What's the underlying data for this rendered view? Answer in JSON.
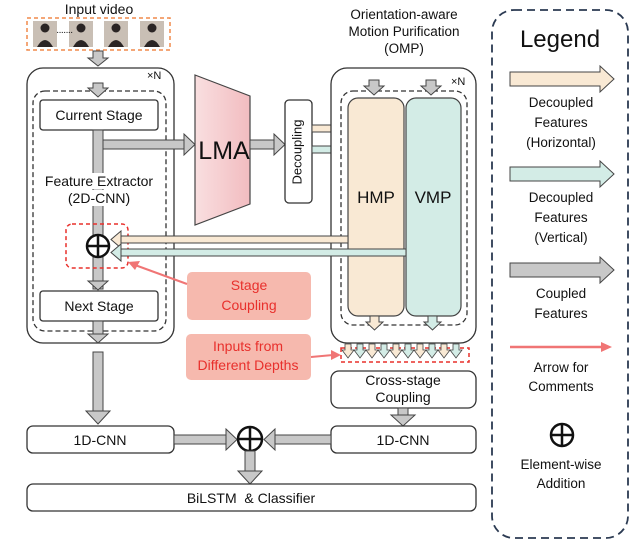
{
  "input": {
    "title": "Input video",
    "dots": "·······"
  },
  "left_block": {
    "repeat": "×N",
    "current_stage": "Current Stage",
    "feature_extractor_line1": "Feature Extractor",
    "feature_extractor_line2": "(2D-CNN)",
    "next_stage": "Next Stage"
  },
  "lma": "LMA",
  "decoupling": "Decoupling",
  "omp": {
    "title_line1": "Orientation-aware",
    "title_line2": "Motion Purification",
    "title_line3": "(OMP)",
    "repeat": "×N",
    "hmp": "HMP",
    "vmp": "VMP"
  },
  "comments": {
    "stage_coupling_line1": "Stage",
    "stage_coupling_line2": "Coupling",
    "inputs_line1": "Inputs from",
    "inputs_line2": "Different Depths"
  },
  "cross_stage": {
    "line1": "Cross-stage",
    "line2": "Coupling"
  },
  "cnn1d_left": "1D-CNN",
  "cnn1d_right": "1D-CNN",
  "bilstm": "BiLSTM  & Classifier",
  "legend": {
    "title": "Legend",
    "items": [
      {
        "lines": [
          "Decoupled",
          "Features",
          "(Horizontal)"
        ]
      },
      {
        "lines": [
          "Decoupled",
          "Features",
          "(Vertical)"
        ]
      },
      {
        "lines": [
          "Coupled",
          "Features"
        ]
      },
      {
        "lines": [
          "Arrow for",
          "Comments"
        ]
      },
      {
        "lines": [
          "Element-wise",
          "Addition"
        ]
      }
    ]
  },
  "colors": {
    "horizontal": "#f9e9d4",
    "vertical": "#d3ece6",
    "coupled": "#c8c8c8",
    "comment_arrow": "#f07575",
    "comment_box": "#f6b9ae",
    "comment_text": "#e8302c",
    "lma_fill": "#f6cfd2",
    "dashed_red": "#e8302c"
  }
}
